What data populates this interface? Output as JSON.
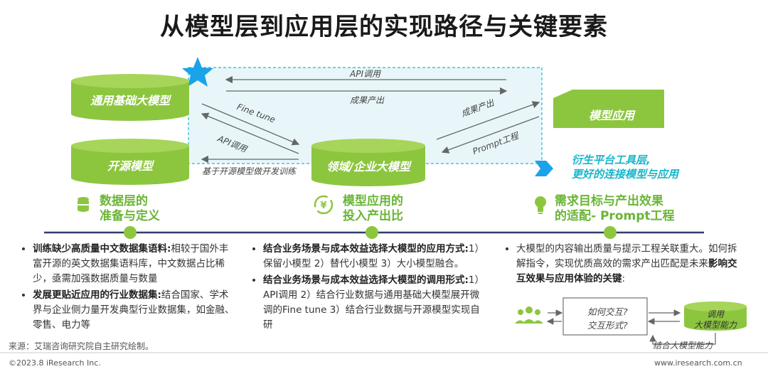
{
  "title": "从模型层到应用层的实现路径与关键要素",
  "diagram": {
    "cyl_general": "通用基础大模型",
    "cyl_open": "开源模型",
    "cyl_domain": "领域/企业大模型",
    "app_box": "模型应用",
    "arrow_api_top": "API调用",
    "arrow_result_top": "成果产出",
    "arrow_finetune": "Fine tune",
    "arrow_api_left": "API调用",
    "arrow_open_dev": "基于开源模型做开发训练",
    "arrow_result_right": "成果产出",
    "arrow_prompt": "Prompt工程",
    "derivative": "衍生平台工具层,\n更好的连接模型与应用"
  },
  "headers": [
    {
      "text": "数据层的\n准备与定义"
    },
    {
      "text": "模型应用的\n投入产出比"
    },
    {
      "text": "需求目标与产出效果\n的适配- Prompt工程"
    }
  ],
  "col1": {
    "b1_bold": "训练缺少高质量中文数据集语料:",
    "b1_text": "相较于国外丰富开源的英文数据集语料库，中文数据占比稀少，亟需加强数据质量与数量",
    "b2_bold": "发展更贴近应用的行业数据集:",
    "b2_text": "结合国家、学术界与企业侧力量开发典型行业数据集，如金融、零售、电力等"
  },
  "col2": {
    "b1_bold": "结合业务场景与成本效益选择大模型的应用方式:",
    "b1_text": "1）保留小模型 2）替代小模型 3）大小模型融合。",
    "b2_bold": "结合业务场景与成本效益选择大模型的调用形式:",
    "b2_text": "1）API调用 2）结合行业数据与通用基础大模型展开微调的Fine tune 3）结合行业数据与开源模型实现自研"
  },
  "col3": {
    "b1_text1": "大模型的内容输出质量与提示工程关联重大。如何拆解指令，实现优质高效的需求产出匹配是未来",
    "b1_bold": "影响交互效果与应用体验的关键",
    "b1_text2": ":"
  },
  "mini": {
    "q1": "如何交互?",
    "q2": "交互形式?",
    "cyl1": "调用",
    "cyl2": "大模型能力",
    "bottom": "结合大模型能力"
  },
  "source": "来源：艾瑞咨询研究院自主研究绘制。",
  "copyright": "©2023.8 iResearch Inc.",
  "website": "www.iresearch.com.cn"
}
